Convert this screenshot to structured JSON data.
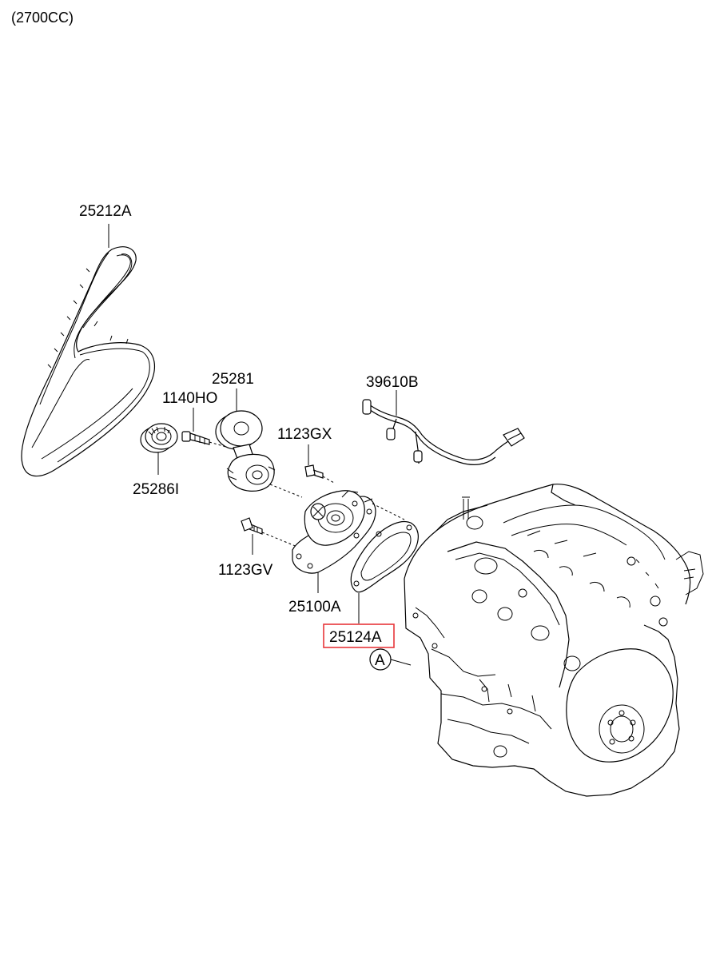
{
  "header": {
    "engine_spec": "(2700CC)"
  },
  "colors": {
    "highlight": "#e8363a",
    "line": "#000000"
  },
  "parts": {
    "belt": "25212A",
    "tensioner": "25281",
    "tensioner_bolt": "1140HO",
    "idler_pulley": "25286I",
    "pump_bolt_upper": "1123GX",
    "pump_bolt_lower": "1123GV",
    "water_pump": "25100A",
    "gasket": "25124A",
    "hose_assy": "39610B"
  },
  "callout": {
    "ref_a": "A"
  },
  "highlighted_part": "25124A"
}
